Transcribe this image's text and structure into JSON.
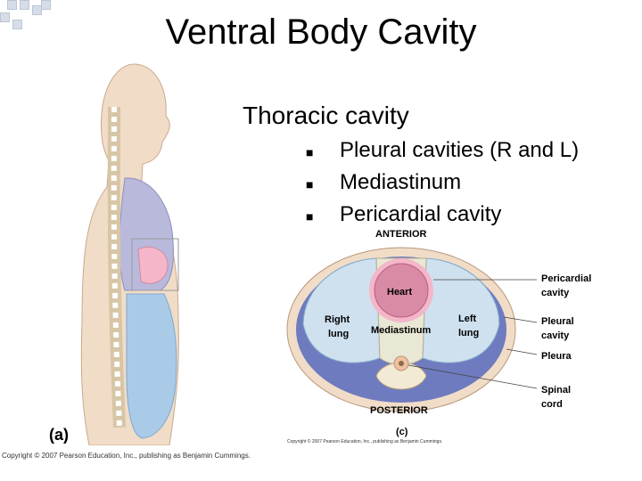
{
  "slide": {
    "title": "Ventral Body Cavity",
    "heading": "Thoracic cavity",
    "bullets": [
      "Pleural cavities (R and L)",
      "Mediastinum",
      "Pericardial cavity"
    ],
    "bullet_icon": "square-bullet-icon"
  },
  "figure_a": {
    "panel_label": "(a)",
    "credit": "Copyright © 2007 Pearson Education, Inc., publishing as Benjamin Cummings."
  },
  "figure_c": {
    "top_label": "ANTERIOR",
    "bottom_label": "POSTERIOR",
    "heart": "Heart",
    "right_lung": [
      "Right",
      "lung"
    ],
    "left_lung": [
      "Left",
      "lung"
    ],
    "mediastinum": "Mediastinum",
    "callouts": {
      "pericardial": [
        "Pericardial",
        "cavity"
      ],
      "pleural": [
        "Pleural",
        "cavity"
      ],
      "pleura": "Pleura",
      "spinal": [
        "Spinal",
        "cord"
      ]
    },
    "panel_label": "(c)",
    "credit": "Copyright © 2007 Pearson Education, Inc., publishing as Benjamin Cummings."
  },
  "colors": {
    "thoracic": "#b9b9dc",
    "abdominal": "#a9cbe8",
    "heart": "#d98ba6",
    "pericardium": "#f4b6c8",
    "pleura_band": "#6f7bbf",
    "bone": "#f3ead6"
  }
}
